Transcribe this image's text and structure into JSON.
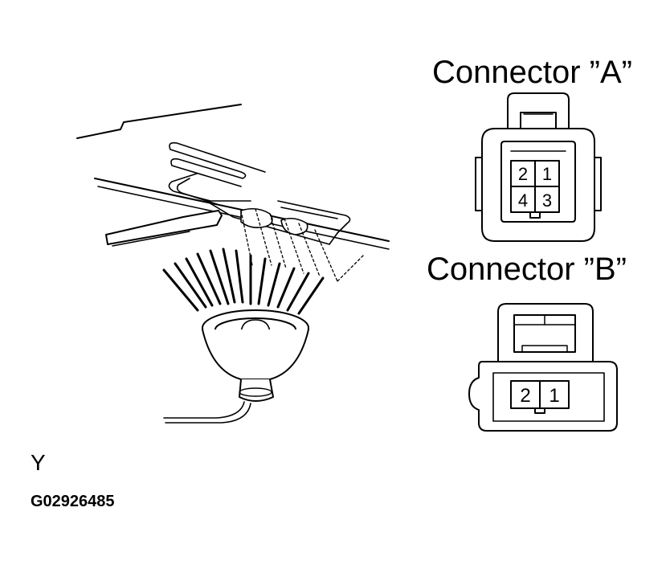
{
  "connector_a": {
    "title": "Connector ”A”",
    "pins": [
      "2",
      "1",
      "4",
      "3"
    ]
  },
  "connector_b": {
    "title": "Connector ”B”",
    "pins": [
      "2",
      "1"
    ]
  },
  "view_letter": "Y",
  "figure_code": "G02926485"
}
